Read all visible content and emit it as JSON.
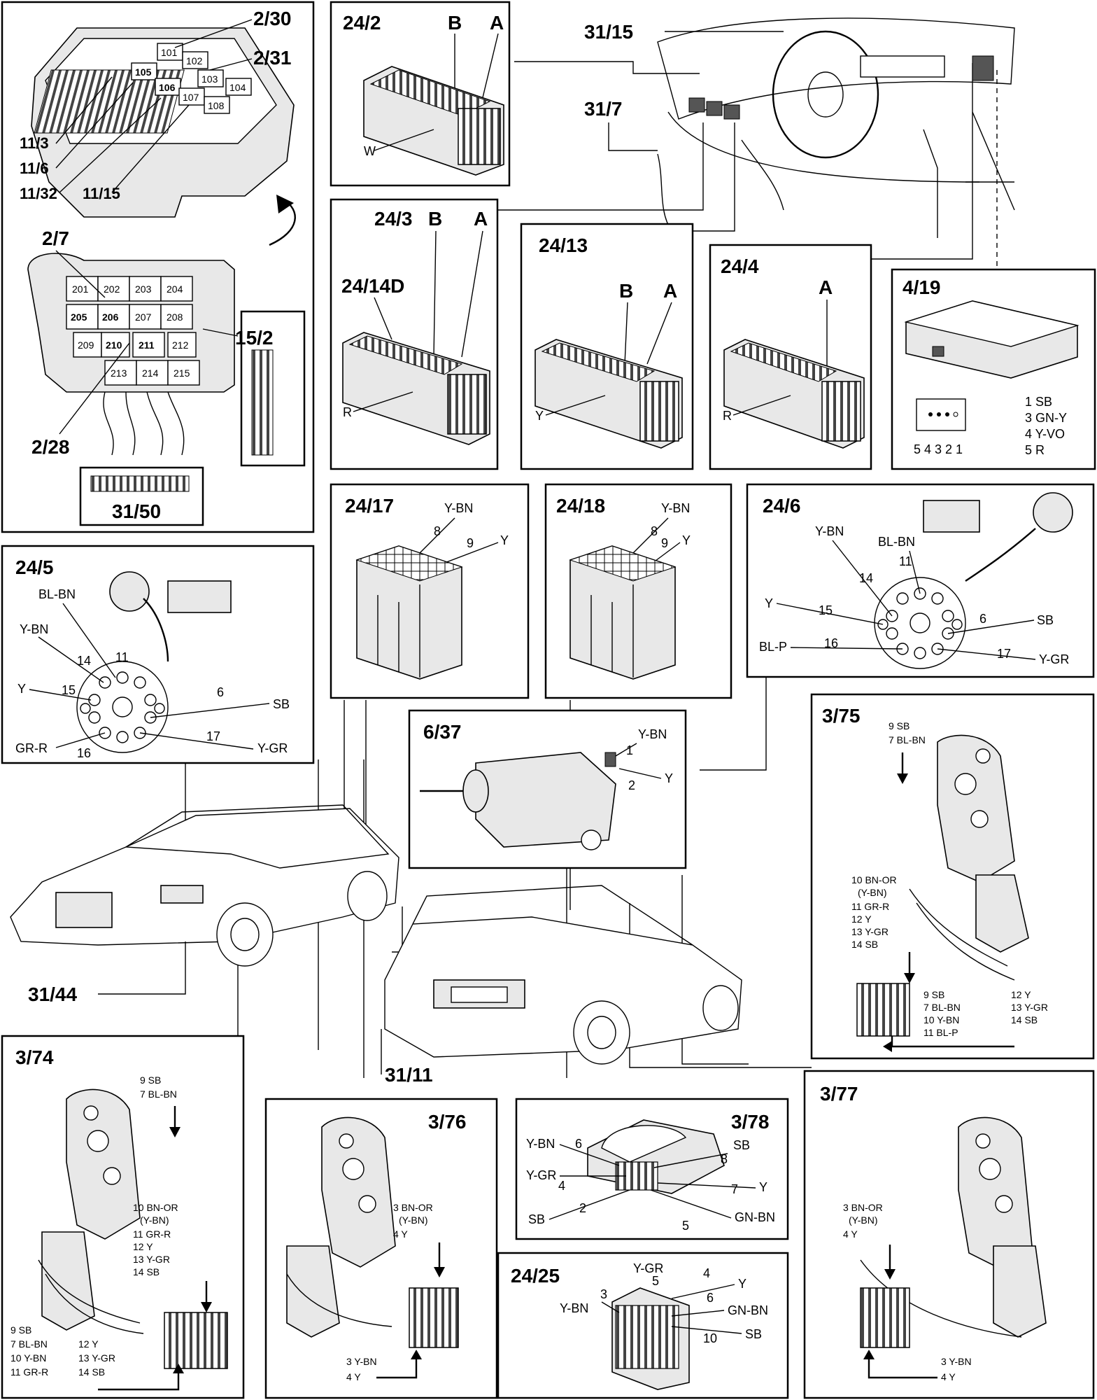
{
  "fuse_box": {
    "labels": [
      "2/30",
      "2/31",
      "11/3",
      "11/6",
      "11/32",
      "11/15",
      "2/7",
      "2/28",
      "15/2",
      "31/50"
    ],
    "fuses_top": [
      "101",
      "102",
      "103",
      "104",
      "105",
      "106",
      "107",
      "108"
    ],
    "relays": [
      "201",
      "202",
      "203",
      "204",
      "205",
      "206",
      "207",
      "208",
      "209",
      "210",
      "211",
      "212",
      "213",
      "214",
      "215"
    ]
  },
  "c24_2": {
    "title": "24/2",
    "pins": [
      "B",
      "A"
    ],
    "color": "W"
  },
  "c24_3": {
    "title": "24/3",
    "pins": [
      "B",
      "A"
    ],
    "sub": "24/14D",
    "color": "R"
  },
  "c24_13": {
    "title": "24/13",
    "pins": [
      "B",
      "A"
    ],
    "color": "Y"
  },
  "c24_4": {
    "title": "24/4",
    "pins": [
      "A"
    ],
    "color": "R"
  },
  "c4_19": {
    "title": "4/19",
    "pin_numbers": "5 4 3 2 1",
    "wires": [
      "1 SB",
      "3 GN-Y",
      "4 Y-VO",
      "5 R"
    ]
  },
  "dash": {
    "labels": [
      "31/15",
      "31/7"
    ]
  },
  "c24_5": {
    "title": "24/5",
    "wires": [
      "BL-BN",
      "Y-BN",
      "Y",
      "GR-R",
      "SB",
      "Y-GR"
    ],
    "pins": [
      "11",
      "14",
      "15",
      "16",
      "6",
      "17"
    ]
  },
  "c24_17": {
    "title": "24/17",
    "wires": [
      "Y-BN",
      "Y"
    ],
    "pins": [
      "8",
      "9"
    ]
  },
  "c24_18": {
    "title": "24/18",
    "wires": [
      "Y-BN",
      "Y"
    ],
    "pins": [
      "8",
      "9"
    ]
  },
  "c24_6": {
    "title": "24/6",
    "wires": [
      "Y-BN",
      "BL-BN",
      "Y",
      "SB",
      "BL-P",
      "Y-GR"
    ],
    "pins": [
      "14",
      "11",
      "15",
      "6",
      "16",
      "17"
    ]
  },
  "c6_37": {
    "title": "6/37",
    "wires": [
      "Y-BN",
      "Y"
    ],
    "pins": [
      "1",
      "2"
    ]
  },
  "c3_75": {
    "title": "3/75",
    "top": [
      "9 SB",
      "7 BL-BN"
    ],
    "side": [
      "10 BN-OR",
      "(Y-BN)",
      "11 GR-R",
      "12 Y",
      "13 Y-GR",
      "14 SB"
    ],
    "legend": [
      "9 SB",
      "12 Y",
      "7 BL-BN",
      "13 Y-GR",
      "10 Y-BN",
      "14 SB",
      "11 BL-P"
    ]
  },
  "car": {
    "labels": [
      "31/44",
      "31/11"
    ]
  },
  "c3_74": {
    "title": "3/74",
    "top": [
      "9 SB",
      "7 BL-BN"
    ],
    "side": [
      "10 BN-OR",
      "(Y-BN)",
      "11 GR-R",
      "12 Y",
      "13 Y-GR",
      "14 SB"
    ],
    "legend": [
      "9 SB",
      "7 BL-BN",
      "12 Y",
      "10 Y-BN",
      "13 Y-GR",
      "11 GR-R",
      "14 SB"
    ]
  },
  "c3_76": {
    "title": "3/76",
    "side": [
      "3 BN-OR",
      "(Y-BN)",
      "4 Y"
    ],
    "legend": [
      "3 Y-BN",
      "4 Y"
    ]
  },
  "c3_78": {
    "title": "3/78",
    "wires": [
      "Y-BN",
      "Y-GR",
      "SB",
      "SB",
      "Y",
      "GN-BN"
    ],
    "pins": [
      "6",
      "4",
      "2",
      "8",
      "7",
      "5"
    ]
  },
  "c24_25": {
    "title": "24/25",
    "wires": [
      "Y-GR",
      "Y",
      "Y-BN",
      "GN-BN",
      "SB"
    ],
    "pins": [
      "5",
      "4",
      "3",
      "6",
      "10"
    ]
  },
  "c3_77": {
    "title": "3/77",
    "side": [
      "3 BN-OR",
      "(Y-BN)",
      "4 Y"
    ],
    "legend": [
      "3 Y-BN",
      "4 Y"
    ]
  }
}
